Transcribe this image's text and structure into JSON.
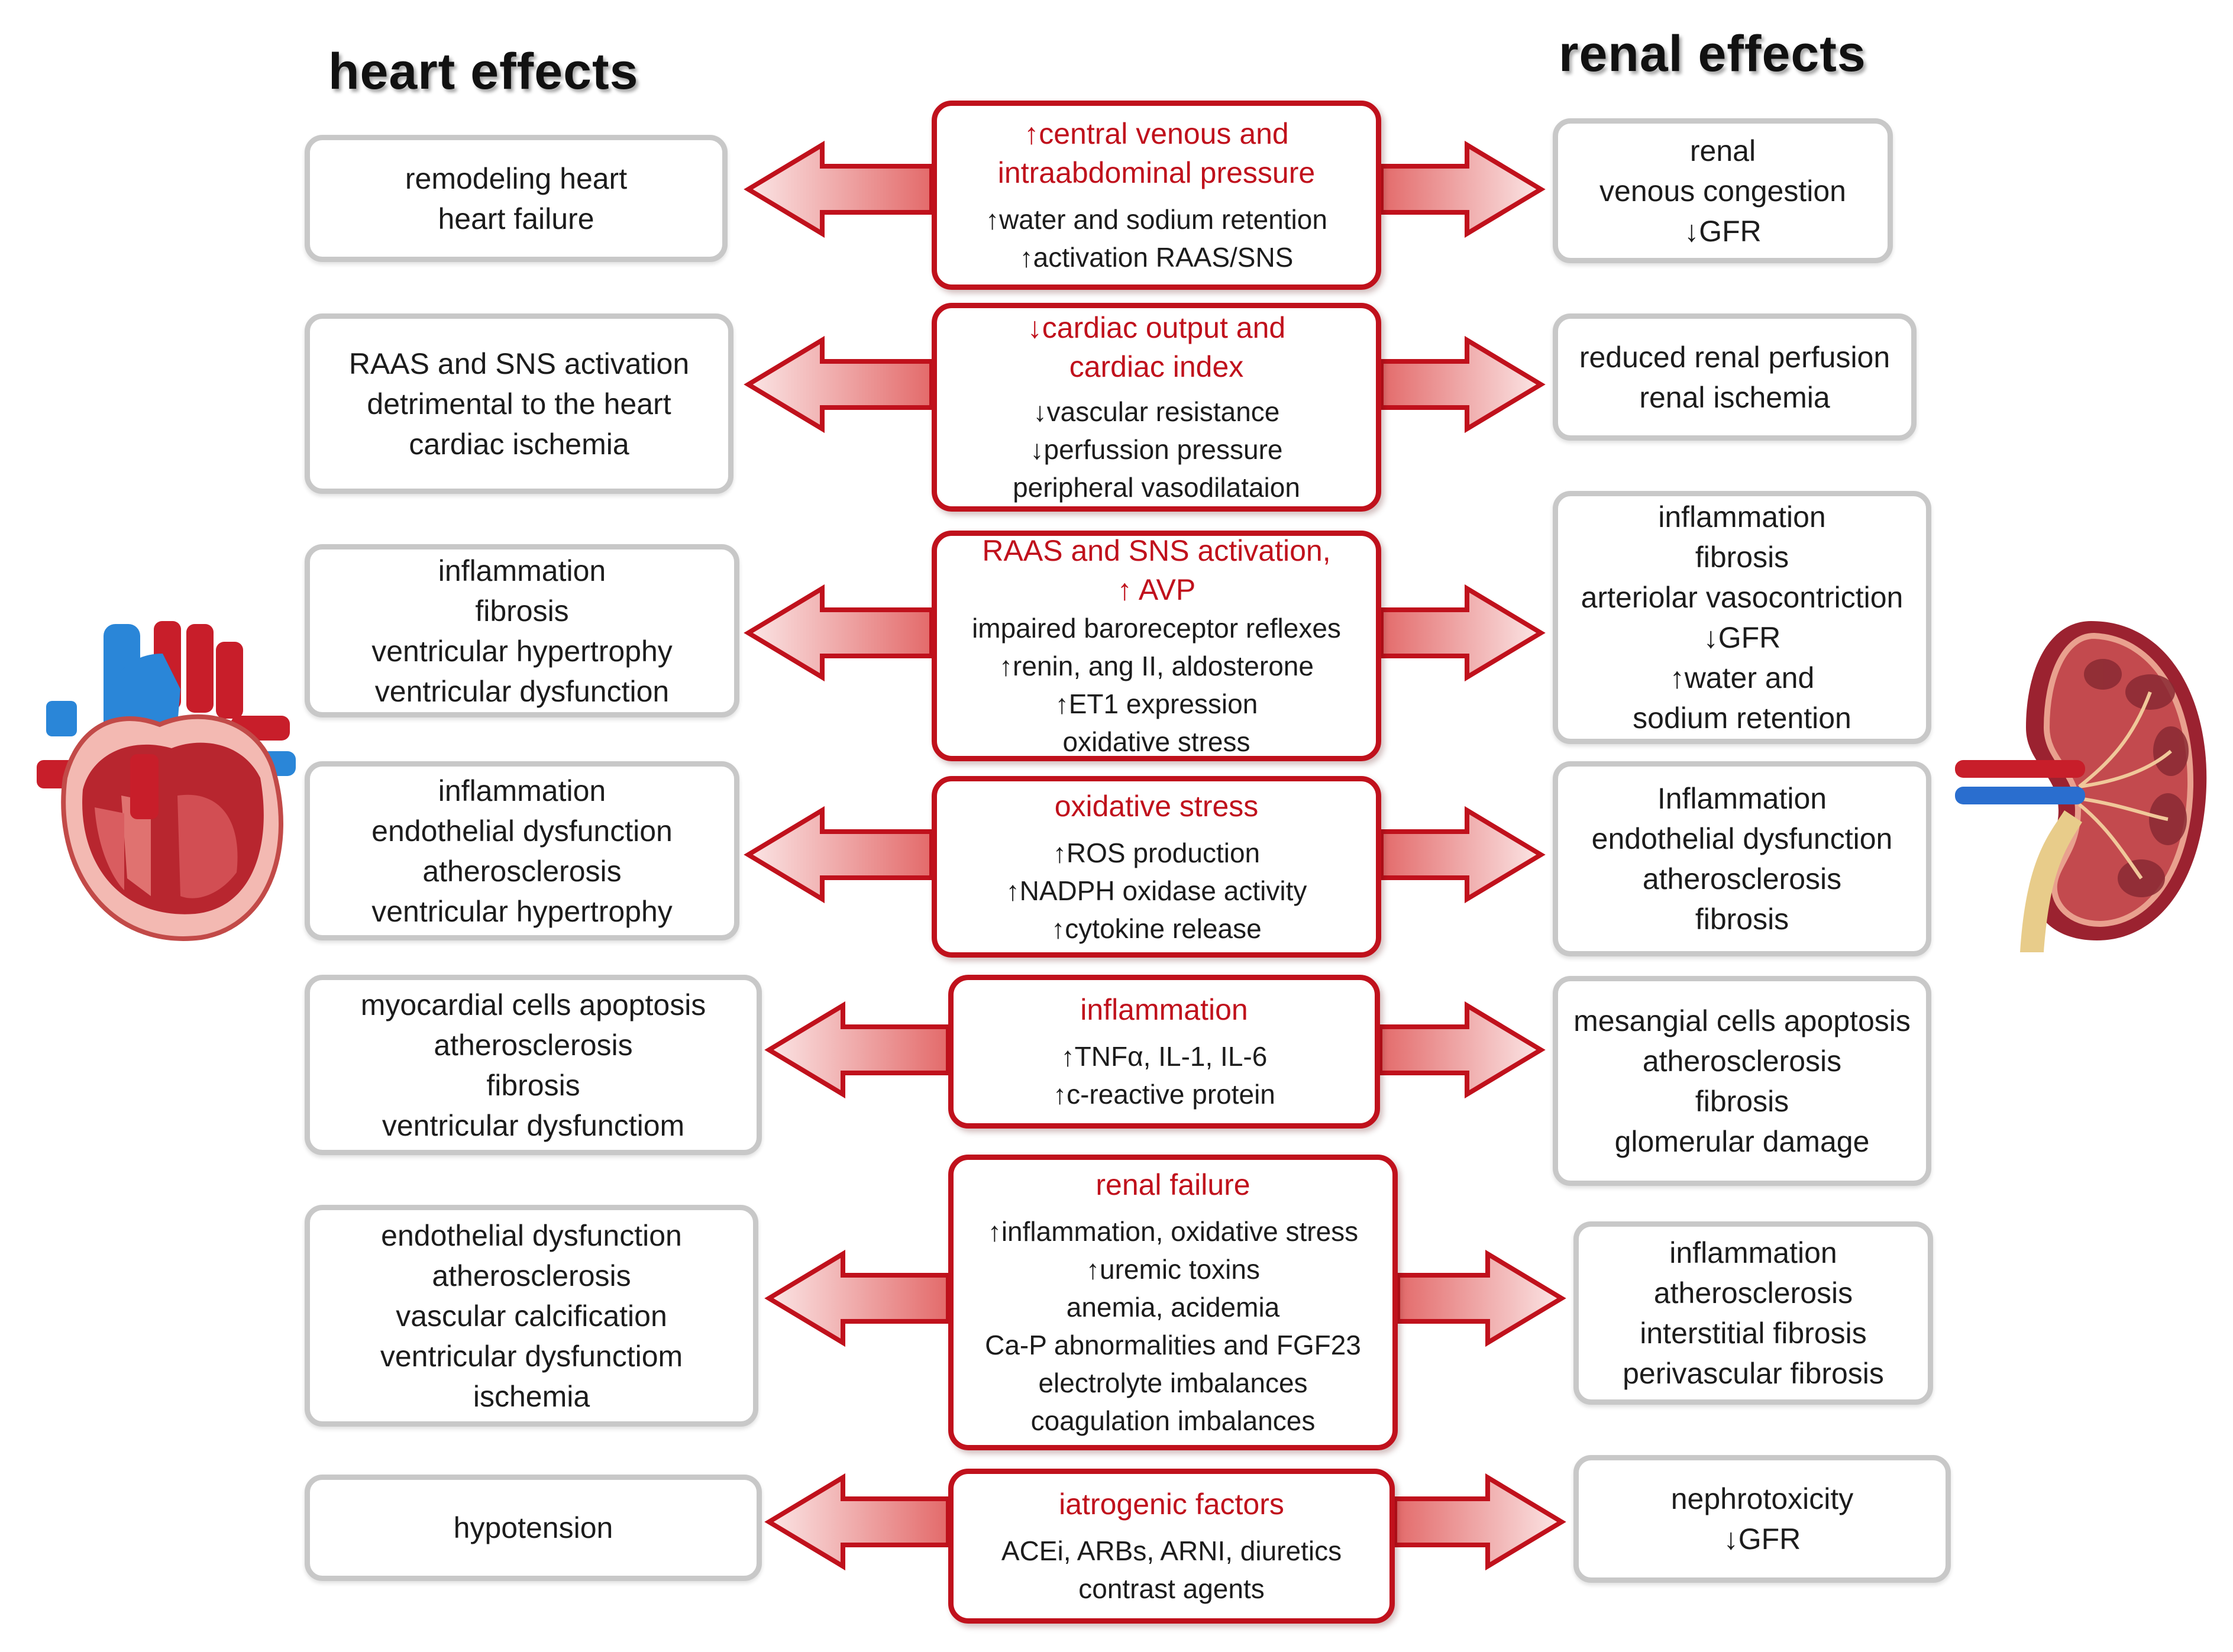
{
  "headers": {
    "heart": "heart effects",
    "renal": "renal effects"
  },
  "rows": [
    {
      "heart": [
        "remodeling heart",
        "heart failure"
      ],
      "center_title": [
        "↑central venous and",
        "intraabdominal pressure"
      ],
      "center_items": [
        "↑water and sodium retention",
        "↑activation RAAS/SNS"
      ],
      "renal": [
        "renal",
        "venous congestion",
        "↓GFR"
      ]
    },
    {
      "heart": [
        "RAAS and SNS activation",
        "detrimental to the heart",
        "cardiac ischemia"
      ],
      "center_title": [
        "↓cardiac output  and",
        "cardiac index"
      ],
      "center_items": [
        "↓vascular resistance",
        "↓perfussion pressure",
        "peripheral vasodilataion"
      ],
      "renal": [
        "reduced renal perfusion",
        "renal ischemia"
      ]
    },
    {
      "heart": [
        "inflammation",
        "fibrosis",
        "ventricular hypertrophy",
        "ventricular dysfunction"
      ],
      "center_title": [
        "RAAS and SNS activation,",
        "↑ AVP"
      ],
      "center_items": [
        "impaired baroreceptor reflexes",
        "↑renin, ang II, aldosterone",
        "↑ET1 expression",
        "oxidative stress"
      ],
      "renal": [
        "inflammation",
        "fibrosis",
        "arteriolar vasocontriction",
        "↓GFR",
        "↑water and",
        "sodium retention"
      ]
    },
    {
      "heart": [
        "inflammation",
        "endothelial dysfunction",
        "atherosclerosis",
        "ventricular hypertrophy"
      ],
      "center_title": [
        "oxidative stress"
      ],
      "center_items": [
        "↑ROS production",
        "↑NADPH oxidase activity",
        "↑cytokine release"
      ],
      "renal": [
        "Inflammation",
        "endothelial  dysfunction",
        "atherosclerosis",
        "fibrosis"
      ]
    },
    {
      "heart": [
        "myocardial cells apoptosis",
        "atherosclerosis",
        "fibrosis",
        "ventricular dysfunctiom"
      ],
      "center_title": [
        "inflammation"
      ],
      "center_items": [
        "↑TNFα, IL-1, IL-6",
        "↑c-reactive protein"
      ],
      "renal": [
        "mesangial cells apoptosis",
        "atherosclerosis",
        "fibrosis",
        "glomerular damage"
      ]
    },
    {
      "heart": [
        "endothelial dysfunction",
        "atherosclerosis",
        "vascular calcification",
        "ventricular dysfunctiom",
        "ischemia"
      ],
      "center_title": [
        "renal failure"
      ],
      "center_items": [
        "↑inflammation, oxidative  stress",
        "↑uremic toxins",
        "anemia, acidemia",
        "Ca-P abnormalities and FGF23",
        "electrolyte imbalances",
        "coagulation  imbalances"
      ],
      "renal": [
        "inflammation",
        "atherosclerosis",
        "interstitial fibrosis",
        "perivascular fibrosis"
      ]
    },
    {
      "heart": [
        "hypotension"
      ],
      "center_title": [
        "iatrogenic factors"
      ],
      "center_items": [
        "ACEi, ARBs,  ARNI, diuretics",
        "contrast agents"
      ],
      "renal": [
        "nephrotoxicity",
        "↓GFR"
      ]
    }
  ],
  "colors": {
    "accent_red": "#c0111c",
    "box_border_gray": "#c8c8c8",
    "arrow_fill_light": "#fbe3e3"
  },
  "icons": {
    "left": "heart-illustration",
    "right": "kidney-illustration"
  }
}
